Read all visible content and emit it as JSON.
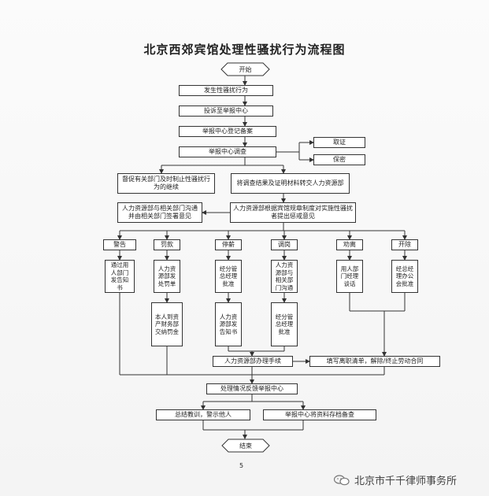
{
  "title": "北京西郊宾馆处理性骚扰行为流程图",
  "nodes": {
    "start": "开始",
    "occur": "发生性骚扰行为",
    "complain": "投诉至举报中心",
    "register": "举报中心登记备案",
    "investigate": "举报中心调查",
    "evidence": "取证",
    "confidential": "保密",
    "urge": "督促有关部门及时制止性骚扰行为的继续",
    "transfer": "将调查结果及证明材料转交人力资源部",
    "hr_coord": "人力资源部与相关部门沟通并由相关部门签署意见",
    "hr_propose": "人力资源部根据宾馆规章制度对实施性骚扰者提出惩戒意见",
    "warn": "警告",
    "fine": "罚款",
    "suspend": "停薪",
    "demote": "调岗",
    "persuade": "劝离",
    "dismiss": "开除",
    "warn_notice": "通过用人部门发告知书",
    "fine_notice": "人力资源部发处罚单",
    "fine_pay": "本人到资产财务部交纳罚金",
    "suspend_approve": "经分管总经理批准",
    "suspend_notice": "人力资源部发告知书",
    "demote_coord": "人力资源部与相关部门沟通",
    "demote_approve": "经分管总经理批准",
    "persuade_talk": "用人部门经理谈话",
    "dismiss_approve": "经总经理办公会批准",
    "hr_process": "人力资源部办理手续",
    "leave": "填写离职清单，解除/终止劳动合同",
    "feedback": "处理情况反馈举报中心",
    "summary": "总结教训，警示他人",
    "archive": "举报中心将资料存档备查",
    "end": "结束"
  },
  "page_number": "5",
  "watermark": "北京市千千律师事务所"
}
